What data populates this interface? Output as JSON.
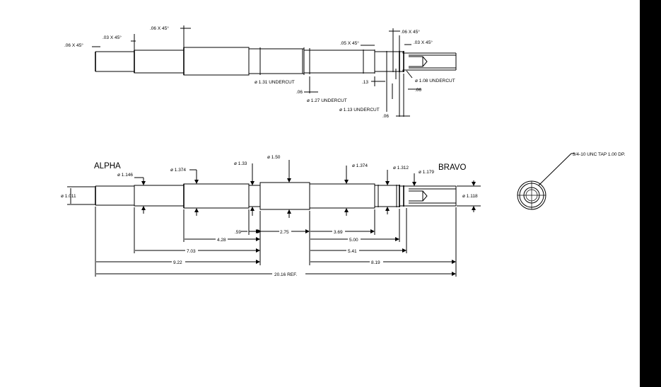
{
  "top_view": {
    "chamfer_1": ".06  X 45°",
    "chamfer_2": ".03  X 45°",
    "chamfer_3": ".06  X 45°",
    "chamfer_4": ".05  X 45°",
    "chamfer_5": ".06  X 45°",
    "chamfer_6": ".03  X 45°",
    "undercut_1": "ø 1.31  UNDERCUT",
    "undercut_2": "ø 1.27  UNDERCUT",
    "undercut_3": "ø 1.13  UNDERCUT",
    "undercut_4": "ø 1.08  UNDERCUT",
    "dim_06_a": ".06",
    "dim_13": ".13",
    "dim_06_b": ".06",
    "dim_06_c": ".06"
  },
  "main_view": {
    "label_left": "ALPHA",
    "label_right": "BRAVO",
    "dia_1011": "ø 1.011",
    "dia_1146": "ø 1.146",
    "dia_1374_a": "ø 1.374",
    "dia_133": "ø 1.33",
    "dia_150": "ø 1.50",
    "dia_1374_b": "ø 1.374",
    "dia_1312": "ø 1.312",
    "dia_1179": "ø 1.179",
    "dia_1118": "ø 1.118",
    "dim_59": ".59",
    "dim_275": "2.75",
    "dim_369": "3.69",
    "dim_428": "4.28",
    "dim_500": "5.00",
    "dim_703": "7.03",
    "dim_541": "5.41",
    "dim_922": "9.22",
    "dim_819": "8.19",
    "dim_total": "20.16  REF."
  },
  "end_view": {
    "tap_note": "3/4-10  UNC  TAP  1.00  DP."
  }
}
